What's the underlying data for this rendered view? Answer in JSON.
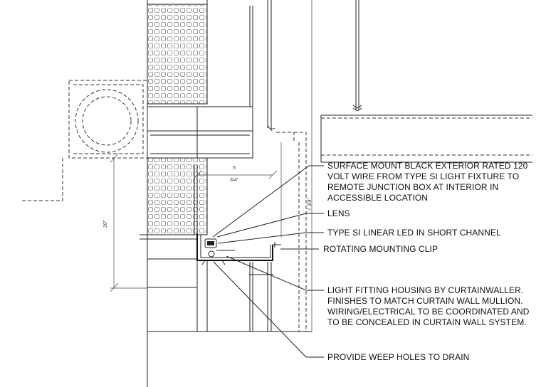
{
  "dimensions": {
    "five_label": "5",
    "three_quarter_label": "3/4\"",
    "ten_label": "10\"",
    "seven_label": "7 3/4\""
  },
  "annotations": {
    "note1": [
      "SURFACE MOUNT BLACK EXTERIOR RATED 120",
      "VOLT WIRE FROM TYPE SI LIGHT FIXTURE TO",
      "REMOTE JUNCTION BOX AT INTERIOR IN",
      "ACCESSIBLE LOCATION"
    ],
    "note2": [
      "LENS"
    ],
    "note3": [
      "TYPE SI LINEAR LED IN SHORT CHANNEL"
    ],
    "note4": [
      "ROTATING MOUNTING CLIP"
    ],
    "note5": [
      "LIGHT FITTING HOUSING BY CURTAINWALLER.",
      "FINISHES TO MATCH CURTAIN WALL MULLION.",
      "WIRING/ELECTRICAL TO BE COORDINATED AND",
      "TO BE CONCEALED IN CURTAIN WALL SYSTEM."
    ],
    "note6": [
      "PROVIDE WEEP HOLES TO DRAIN"
    ]
  }
}
